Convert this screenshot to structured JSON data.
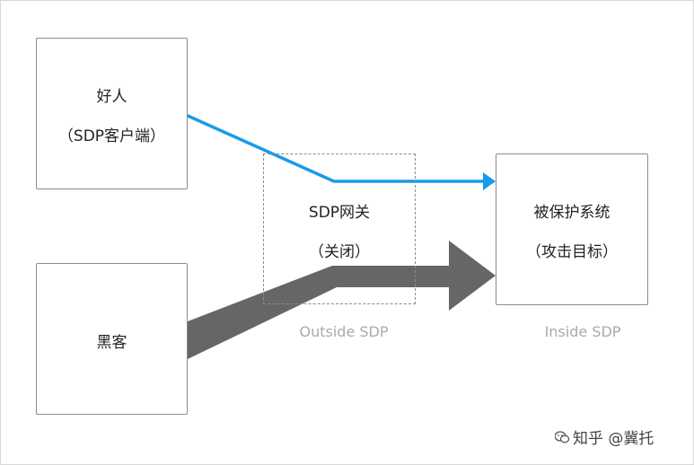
{
  "nodes": {
    "good": {
      "title": "好人",
      "subtitle": "（SDP客户端）"
    },
    "hacker": {
      "title": "黑客"
    },
    "gateway": {
      "title": "SDP网关",
      "subtitle": "（关闭）"
    },
    "target": {
      "title": "被保护系统",
      "subtitle": "（攻击目标）"
    }
  },
  "zones": {
    "outside": "Outside SDP",
    "inside": "Inside SDP"
  },
  "watermark": {
    "icon": "wechat-icon",
    "text": "知乎 @冀托"
  },
  "colors": {
    "legit_arrow": "#1a9be8",
    "attack_arrow": "#666666",
    "border": "#8c8c8c",
    "zone_label": "#aaaaaa"
  }
}
